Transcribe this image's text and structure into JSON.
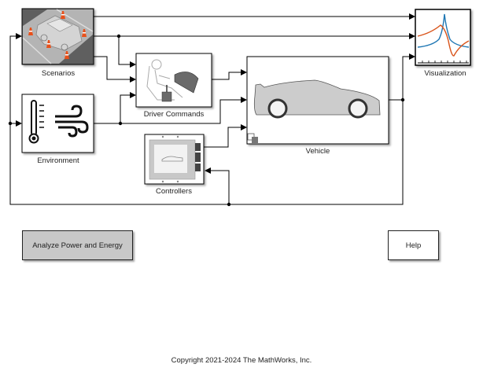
{
  "diagram": {
    "blocks": [
      {
        "id": "scenarios",
        "label": "Scenarios"
      },
      {
        "id": "driver-commands",
        "label": "Driver Commands"
      },
      {
        "id": "vehicle",
        "label": "Vehicle"
      },
      {
        "id": "visualization",
        "label": "Visualization"
      },
      {
        "id": "environment",
        "label": "Environment"
      },
      {
        "id": "controllers",
        "label": "Controllers"
      }
    ],
    "icons": {
      "scenarios": "road-cones-car-icon",
      "driver_commands": "driver-seat-icon",
      "vehicle": "car-silhouette-icon",
      "visualization": "scope-plot-icon",
      "environment": "thermometer-wind-icon",
      "controllers": "ecu-icon"
    },
    "colors": {
      "line": "#000000",
      "block_border": "#000000",
      "plot_blue": "#1f77b4",
      "plot_orange": "#d95319",
      "cone_orange": "#e8501a",
      "button_fill": "#c8c8c8"
    }
  },
  "buttons": {
    "analyze": "Analyze Power and Energy",
    "help": "Help"
  },
  "footer": {
    "copyright": "Copyright 2021-2024 The MathWorks, Inc."
  }
}
